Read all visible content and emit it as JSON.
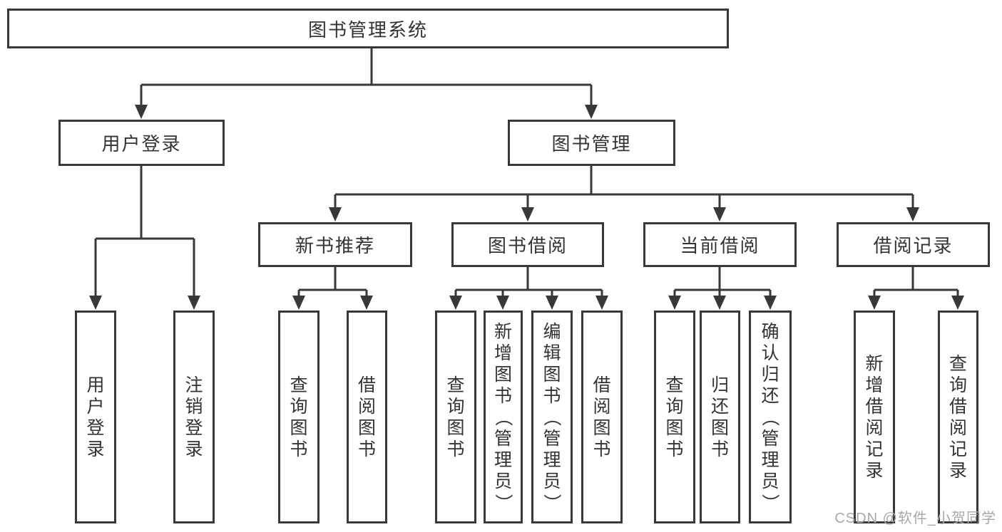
{
  "tree": {
    "root": {
      "label": "图书管理系统"
    },
    "children": [
      {
        "label": "用户登录",
        "children": [
          {
            "label": "用户登录"
          },
          {
            "label": "注销登录"
          }
        ]
      },
      {
        "label": "图书管理",
        "children": [
          {
            "label": "新书推荐",
            "children": [
              {
                "label": "查询图书"
              },
              {
                "label": "借阅图书"
              }
            ]
          },
          {
            "label": "图书借阅",
            "children": [
              {
                "label": "查询图书"
              },
              {
                "label": "新增图书（管理员）"
              },
              {
                "label": "编辑图书（管理员）"
              },
              {
                "label": "借阅图书"
              }
            ]
          },
          {
            "label": "当前借阅",
            "children": [
              {
                "label": "查询图书"
              },
              {
                "label": "归还图书"
              },
              {
                "label": "确认归还（管理员）"
              }
            ]
          },
          {
            "label": "借阅记录",
            "children": [
              {
                "label": "新增借阅记录"
              },
              {
                "label": "查询借阅记录"
              }
            ]
          }
        ]
      }
    ]
  },
  "watermark": "CSDN @软件_小贺同学",
  "colors": {
    "line": "#383838",
    "text": "#333333",
    "background": "#ffffff",
    "watermark": "#a8a8a8"
  }
}
